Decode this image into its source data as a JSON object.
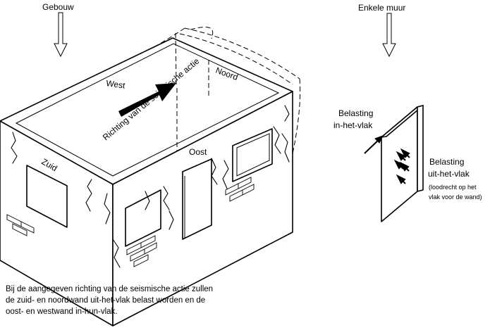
{
  "labels": {
    "building": "Gebouw",
    "single_wall": "Enkele muur",
    "west": "West",
    "north": "Noord",
    "south": "Zuid",
    "east": "Oost",
    "seismic_direction": "Richting van de seismische actie",
    "in_plane_line1": "Belasting",
    "in_plane_line2": "in-het-vlak",
    "out_of_plane_line1": "Belasting",
    "out_of_plane_line2": "uit-het-vlak",
    "out_of_plane_note1": "(loodrecht op het",
    "out_of_plane_note2": "vlak voor de wand)"
  },
  "caption": [
    "Bij de aangegeven richting van de seismische actie zullen",
    "de zuid- en noordwand uit-het-vlak  belast worden en de",
    "oost- en westwand in-hun-vlak."
  ]
}
